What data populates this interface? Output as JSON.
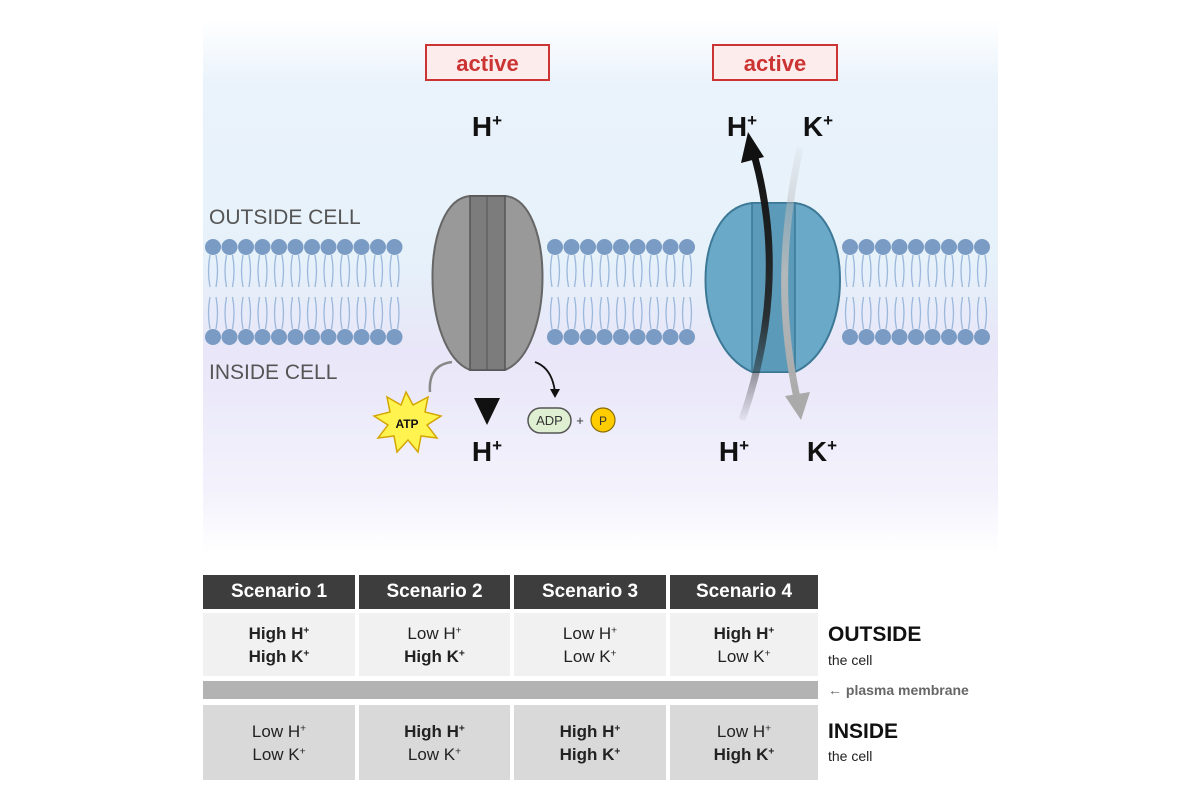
{
  "diagram": {
    "active_label_1": "active",
    "active_label_2": "active",
    "outside_label": "OUTSIDE CELL",
    "inside_label": "INSIDE CELL",
    "ion_h": "H",
    "ion_k": "K",
    "plus": "+",
    "atp": "ATP",
    "adp": "ADP",
    "adp_plus": "+",
    "phosphate": "P"
  },
  "table": {
    "headers": [
      "Scenario 1",
      "Scenario 2",
      "Scenario 3",
      "Scenario 4"
    ],
    "outside": [
      {
        "h": "High H",
        "k": "High K",
        "h_bold": true,
        "k_bold": true
      },
      {
        "h": "Low H",
        "k": "High K",
        "h_bold": false,
        "k_bold": true
      },
      {
        "h": "Low H",
        "k": "Low K",
        "h_bold": false,
        "k_bold": false
      },
      {
        "h": "High H",
        "k": "Low K",
        "h_bold": true,
        "k_bold": false
      }
    ],
    "inside": [
      {
        "h": "Low H",
        "k": "Low K",
        "h_bold": false,
        "k_bold": false
      },
      {
        "h": "High H",
        "k": "Low K",
        "h_bold": true,
        "k_bold": false
      },
      {
        "h": "High H",
        "k": "High K",
        "h_bold": true,
        "k_bold": true
      },
      {
        "h": "Low H",
        "k": "High K",
        "h_bold": false,
        "k_bold": true
      }
    ],
    "sup": "+",
    "outside_big": "OUTSIDE",
    "outside_small": "the cell",
    "membrane_label": "← plasma membrane",
    "inside_big": "INSIDE",
    "inside_small": "the cell"
  },
  "colors": {
    "outside_bg": "#e6f1fa",
    "inside_bg": "#e8e6f8",
    "lipid_head": "#7a9bc4",
    "pump_gray": "#9a9a9a",
    "channel_teal": "#6aaac8",
    "active_red": "#cc3333"
  }
}
